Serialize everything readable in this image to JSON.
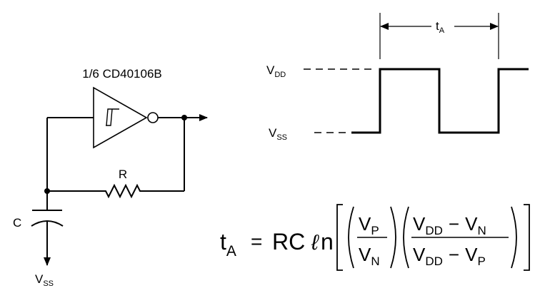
{
  "circuit": {
    "inverter_label": "1/6 CD40106B",
    "resistor_label": "R",
    "capacitor_label": "C",
    "ground_label": {
      "base": "V",
      "sub": "SS"
    }
  },
  "waveform": {
    "high_label": {
      "base": "V",
      "sub": "DD"
    },
    "low_label": {
      "base": "V",
      "sub": "SS"
    },
    "period_label": {
      "base": "t",
      "sub": "A"
    }
  },
  "formula": {
    "lhs": {
      "base": "t",
      "sub": "A"
    },
    "eq": "=",
    "rc": "RC",
    "ln_l": "ℓ",
    "ln_n": "n",
    "frac1": {
      "num": {
        "base": "V",
        "sub": "P"
      },
      "den": {
        "base": "V",
        "sub": "N"
      }
    },
    "frac2": {
      "num": {
        "a_base": "V",
        "a_sub": "DD",
        "op": "−",
        "b_base": "V",
        "b_sub": "N"
      },
      "den": {
        "a_base": "V",
        "a_sub": "DD",
        "op": "−",
        "b_base": "V",
        "b_sub": "P"
      }
    }
  }
}
